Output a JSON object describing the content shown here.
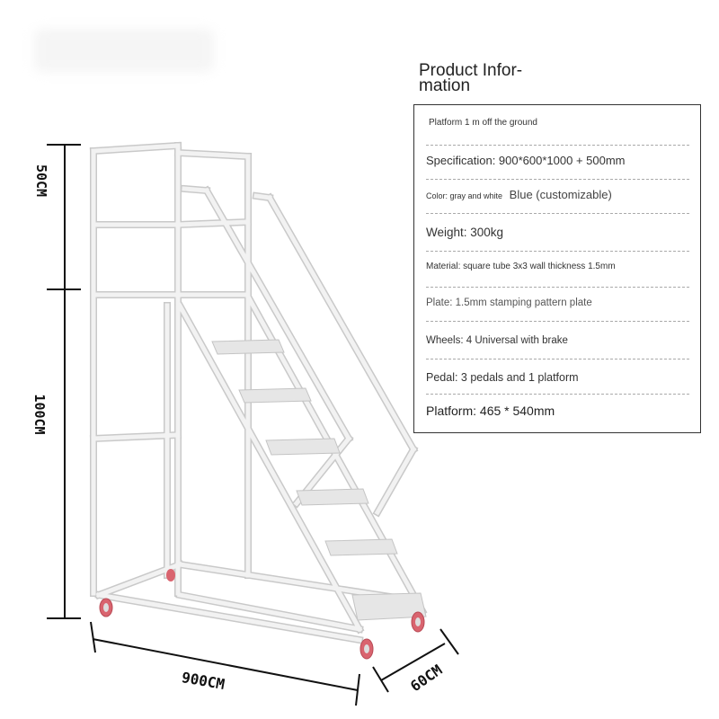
{
  "info": {
    "title": "Product Infor-\nmation",
    "title_line1": "Product Infor-",
    "title_line2": "mation",
    "rows": [
      {
        "text": "Platform 1 m off the ground"
      },
      {
        "text": "Specification: 900*600*1000 + 500mm"
      },
      {
        "prefix": "Color: gray and white",
        "text": "Blue (customizable)"
      },
      {
        "text": "Weight: 300kg"
      },
      {
        "text": "Material: square tube 3x3 wall thickness 1.5mm"
      },
      {
        "text": "Plate: 1.5mm stamping pattern plate"
      },
      {
        "text": "Wheels: 4 Universal with brake"
      },
      {
        "text": "Pedal: 3 pedals and 1 platform"
      },
      {
        "text": "Platform: 465 * 540mm"
      }
    ]
  },
  "dimensions": {
    "top_height": "50CM",
    "lower_height": "100CM",
    "length": "900CM",
    "width": "60CM"
  },
  "colors": {
    "frame": "#ebebeb",
    "frame_edge": "#c8c8c8",
    "wheel": "#d9646f",
    "dim_line": "#111111"
  }
}
